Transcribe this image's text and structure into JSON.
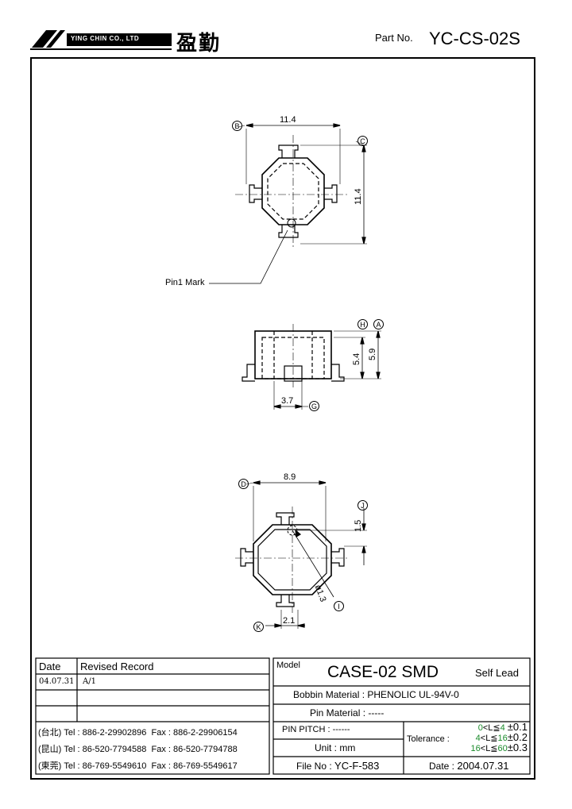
{
  "header": {
    "company": "YING CHIN CO., LTD",
    "company_cn": "盈勤",
    "part_no_label": "Part No.",
    "part_no": "YC-CS-02S"
  },
  "drawing": {
    "top_view": {
      "width_dim": "11.4",
      "height_dim": "11.4",
      "label_b": "B",
      "label_c": "C",
      "pin1_mark": "Pin1 Mark"
    },
    "side_view": {
      "dim_a": "5.9",
      "dim_h": "5.4",
      "dim_g": "3.7",
      "label_h": "H",
      "label_a": "A",
      "label_g": "G"
    },
    "bottom_view": {
      "width_dim": "8.9",
      "dim_j": "1.5",
      "dia_dim": "ø1.3",
      "dim_k": "2.1",
      "label_d": "D",
      "label_j": "J",
      "label_i": "I",
      "label_k": "K"
    }
  },
  "revision": {
    "col_date": "Date",
    "col_record": "Revised Record",
    "rows": [
      {
        "date": "04.07.31",
        "record": "A/1"
      },
      {
        "date": "",
        "record": ""
      },
      {
        "date": "",
        "record": ""
      }
    ]
  },
  "contacts": [
    {
      "loc": "(台北)",
      "tel": "Tel : 886-2-29902896",
      "fax": "Fax : 886-2-29906154"
    },
    {
      "loc": "(昆山)",
      "tel": "Tel : 86-520-7794588",
      "fax": "Fax : 86-520-7794788"
    },
    {
      "loc": "(東莞)",
      "tel": "Tel : 86-769-5549610",
      "fax": "Fax : 86-769-5549617"
    }
  ],
  "title_block": {
    "model_label": "Model",
    "model": "CASE-02 SMD",
    "self_lead": "Self Lead",
    "bobbin_label": "Bobbin  Material :",
    "bobbin": "PHENOLIC UL-94V-0",
    "pin_material_label": "Pin  Material :",
    "pin_material": "-----",
    "pin_pitch_label": "PIN  PITCH :",
    "pin_pitch": "------",
    "unit_label": "Unit :",
    "unit": "mm",
    "tolerance_label": "Tolerance :",
    "tolerances": [
      {
        "lo": "0",
        "rel": "<L≦",
        "hi": "4",
        "tol": "±0.1"
      },
      {
        "lo": "4",
        "rel": "<L≦",
        "hi": "16",
        "tol": "±0.2"
      },
      {
        "lo": "16",
        "rel": "<L≦",
        "hi": "60",
        "tol": "±0.3"
      }
    ],
    "file_label": "File  No :",
    "file_no": "YC-F-583",
    "date_label": "Date :",
    "date": "2004.07.31"
  }
}
